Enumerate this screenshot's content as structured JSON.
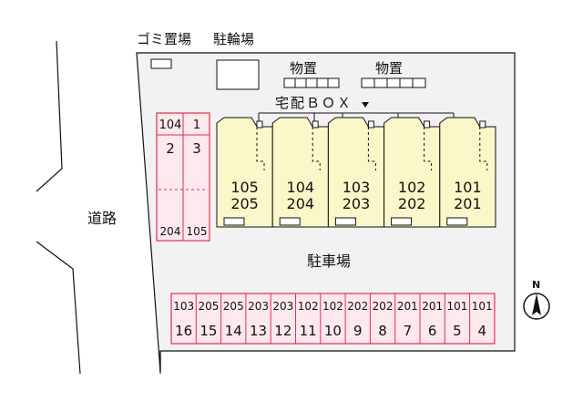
{
  "labels": {
    "garbage": "ゴミ置場",
    "bicycle": "駐輪場",
    "storage_a": "物置",
    "storage_b": "物置",
    "delivery_box": "宅配ＢＯＸ",
    "road": "道路",
    "parking_lot": "駐車場",
    "north": "N"
  },
  "buildings": [
    {
      "top": "105",
      "bottom": "205"
    },
    {
      "top": "104",
      "bottom": "204"
    },
    {
      "top": "103",
      "bottom": "203"
    },
    {
      "top": "102",
      "bottom": "202"
    },
    {
      "top": "101",
      "bottom": "201"
    }
  ],
  "left_parking": [
    {
      "top": "104",
      "bottom": "2"
    },
    {
      "top": "1",
      "bottom": "3"
    },
    {
      "top": "204",
      "bottom": ""
    },
    {
      "top": "105",
      "bottom": ""
    }
  ],
  "bottom_parking": [
    {
      "room": "103",
      "num": "16"
    },
    {
      "room": "205",
      "num": "15"
    },
    {
      "room": "205",
      "num": "14"
    },
    {
      "room": "203",
      "num": "13"
    },
    {
      "room": "203",
      "num": "12"
    },
    {
      "room": "102",
      "num": "11"
    },
    {
      "room": "102",
      "num": "10"
    },
    {
      "room": "202",
      "num": "9"
    },
    {
      "room": "202",
      "num": "8"
    },
    {
      "room": "201",
      "num": "7"
    },
    {
      "room": "201",
      "num": "6"
    },
    {
      "room": "101",
      "num": "5"
    },
    {
      "room": "101",
      "num": "4"
    }
  ],
  "colors": {
    "lot": "#f2f2f2",
    "building": "#fbf7c9",
    "parking_fill": "#fde8ee",
    "parking_stroke": "#e0304f"
  }
}
